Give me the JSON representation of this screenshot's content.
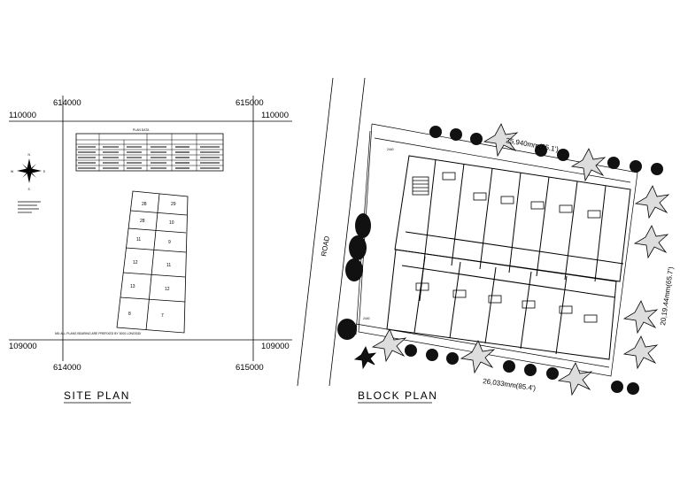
{
  "site_plan": {
    "title": "SITE PLAN",
    "coords": {
      "x_left": "614000",
      "x_right": "615000",
      "y_top": "110000",
      "y_bottom": "109000"
    },
    "compass": {
      "n": "N",
      "s": "S",
      "e": "E",
      "w": "W"
    },
    "plan_data_title": "PLAN DATA",
    "footnote": "NB: ALL PLANS BEARING ARE PREFIXED BY 3000 LONGS/D/",
    "lots": [
      "28",
      "29",
      "28",
      "10",
      "11",
      "9",
      "12",
      "11",
      "13",
      "12",
      "8",
      "7"
    ]
  },
  "block_plan": {
    "title": "BLOCK PLAN",
    "road_label": "ROAD",
    "dim_top": "25,940mm(85.1')",
    "dim_bottom": "26,033mm(85.4')",
    "dim_right": "20,19.44mm(65.7')",
    "dim_small_top": "2440",
    "dim_small_bottom": "2440"
  }
}
